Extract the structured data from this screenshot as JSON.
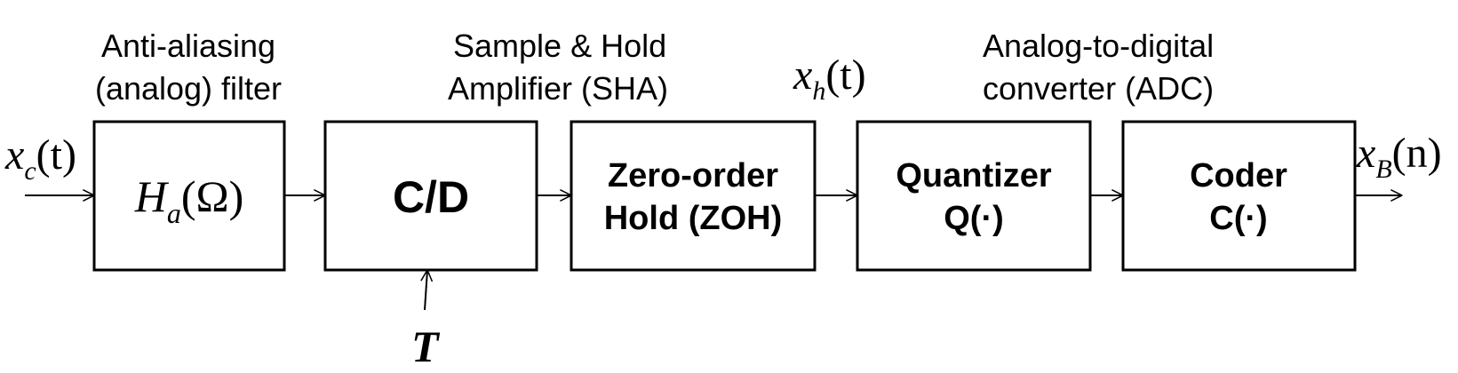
{
  "captions": {
    "filter_line1": "Anti-aliasing",
    "filter_line2": "(analog) filter",
    "sha_line1": "Sample & Hold",
    "sha_line2": "Amplifier (SHA)",
    "adc_line1": "Analog-to-digital",
    "adc_line2": "converter (ADC)"
  },
  "blocks": {
    "filter": {
      "var": "H",
      "sub": "a",
      "arg": "(Ω)"
    },
    "cd": {
      "label": "C/D"
    },
    "zoh": {
      "line1": "Zero-order",
      "line2": "Hold (ZOH)"
    },
    "quantizer": {
      "line1": "Quantizer",
      "line2": "Q(·)"
    },
    "coder": {
      "line1": "Coder",
      "line2": "C(·)"
    }
  },
  "signals": {
    "input": {
      "var": "x",
      "sub": "c",
      "arg": "(t)"
    },
    "hold": {
      "var": "x",
      "sub": "h",
      "arg": "(t)"
    },
    "output": {
      "var": "x",
      "sub": "B",
      "arg": "(n)"
    },
    "period": "T"
  }
}
